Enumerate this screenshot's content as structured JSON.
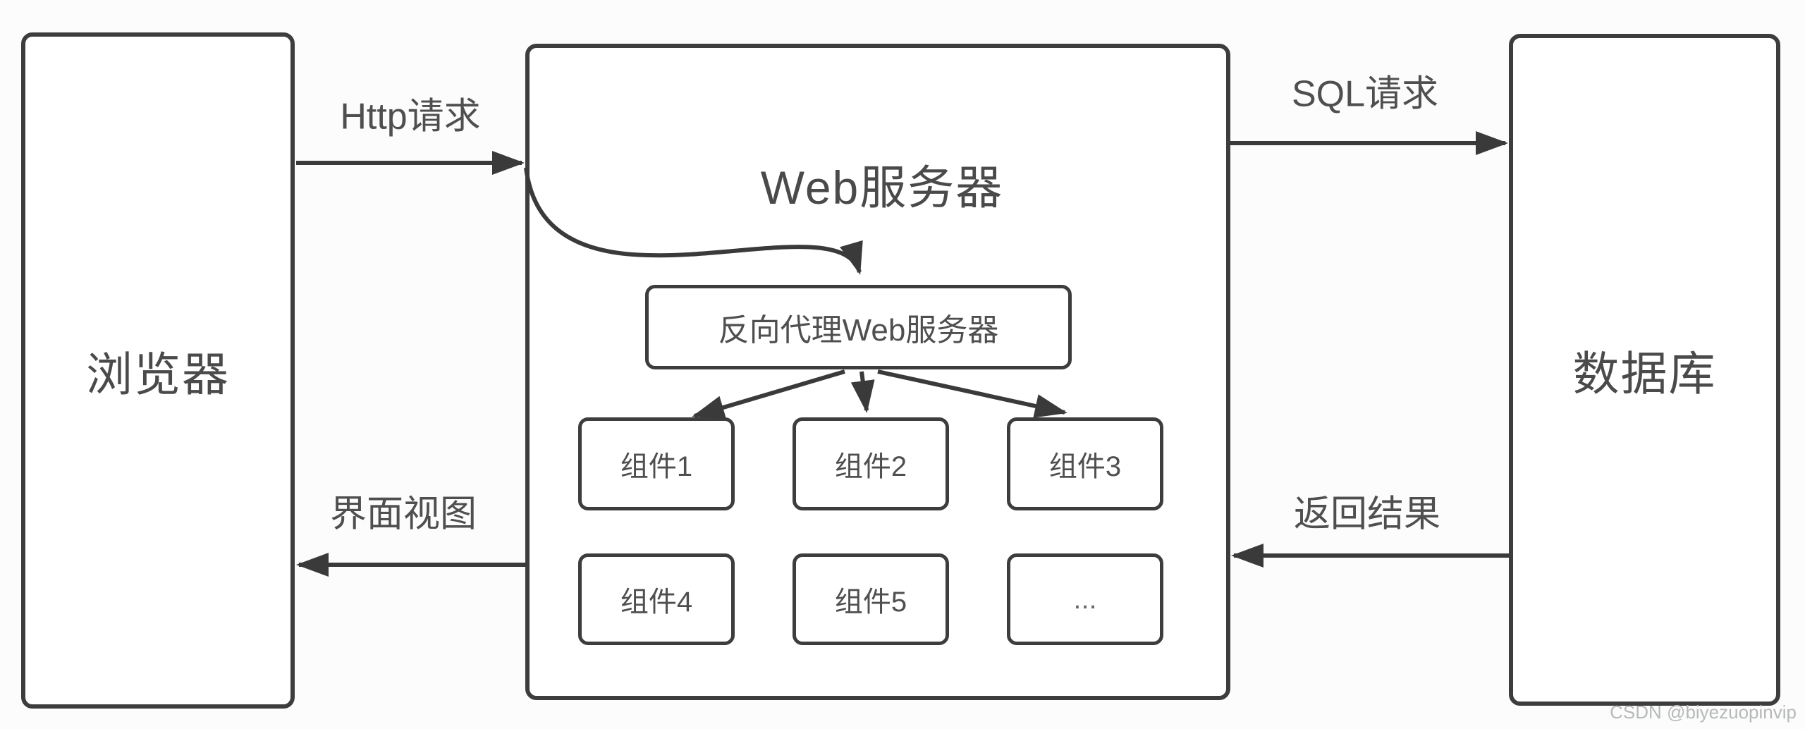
{
  "watermark": "CSDN @biyezuopinvip",
  "colors": {
    "line": "#3a3a3a",
    "box_border": "#3d3d3d",
    "text": "#4a4a4a",
    "background": "#fcfcfc",
    "watermark": "#b6bab6"
  },
  "nodes": {
    "browser": "浏览器",
    "web_server": "Web服务器",
    "reverse_proxy": "反向代理Web服务器",
    "component_1": "组件1",
    "component_2": "组件2",
    "component_3": "组件3",
    "component_4": "组件4",
    "component_5": "组件5",
    "component_more": "...",
    "database": "数据库"
  },
  "edges": {
    "http_request": "Http请求",
    "ui_view": "界面视图",
    "sql_request": "SQL请求",
    "return_result": "返回结果"
  },
  "connections": [
    {
      "from": "browser",
      "to": "web_server",
      "label": "Http请求"
    },
    {
      "from": "web_server",
      "to": "browser",
      "label": "界面视图"
    },
    {
      "from": "web_server",
      "to": "database",
      "label": "SQL请求"
    },
    {
      "from": "database",
      "to": "web_server",
      "label": "返回结果"
    },
    {
      "from": "web_server_entry",
      "to": "reverse_proxy",
      "label": ""
    },
    {
      "from": "reverse_proxy",
      "to": "component_1",
      "label": ""
    },
    {
      "from": "reverse_proxy",
      "to": "component_2",
      "label": ""
    },
    {
      "from": "reverse_proxy",
      "to": "component_3",
      "label": ""
    }
  ]
}
